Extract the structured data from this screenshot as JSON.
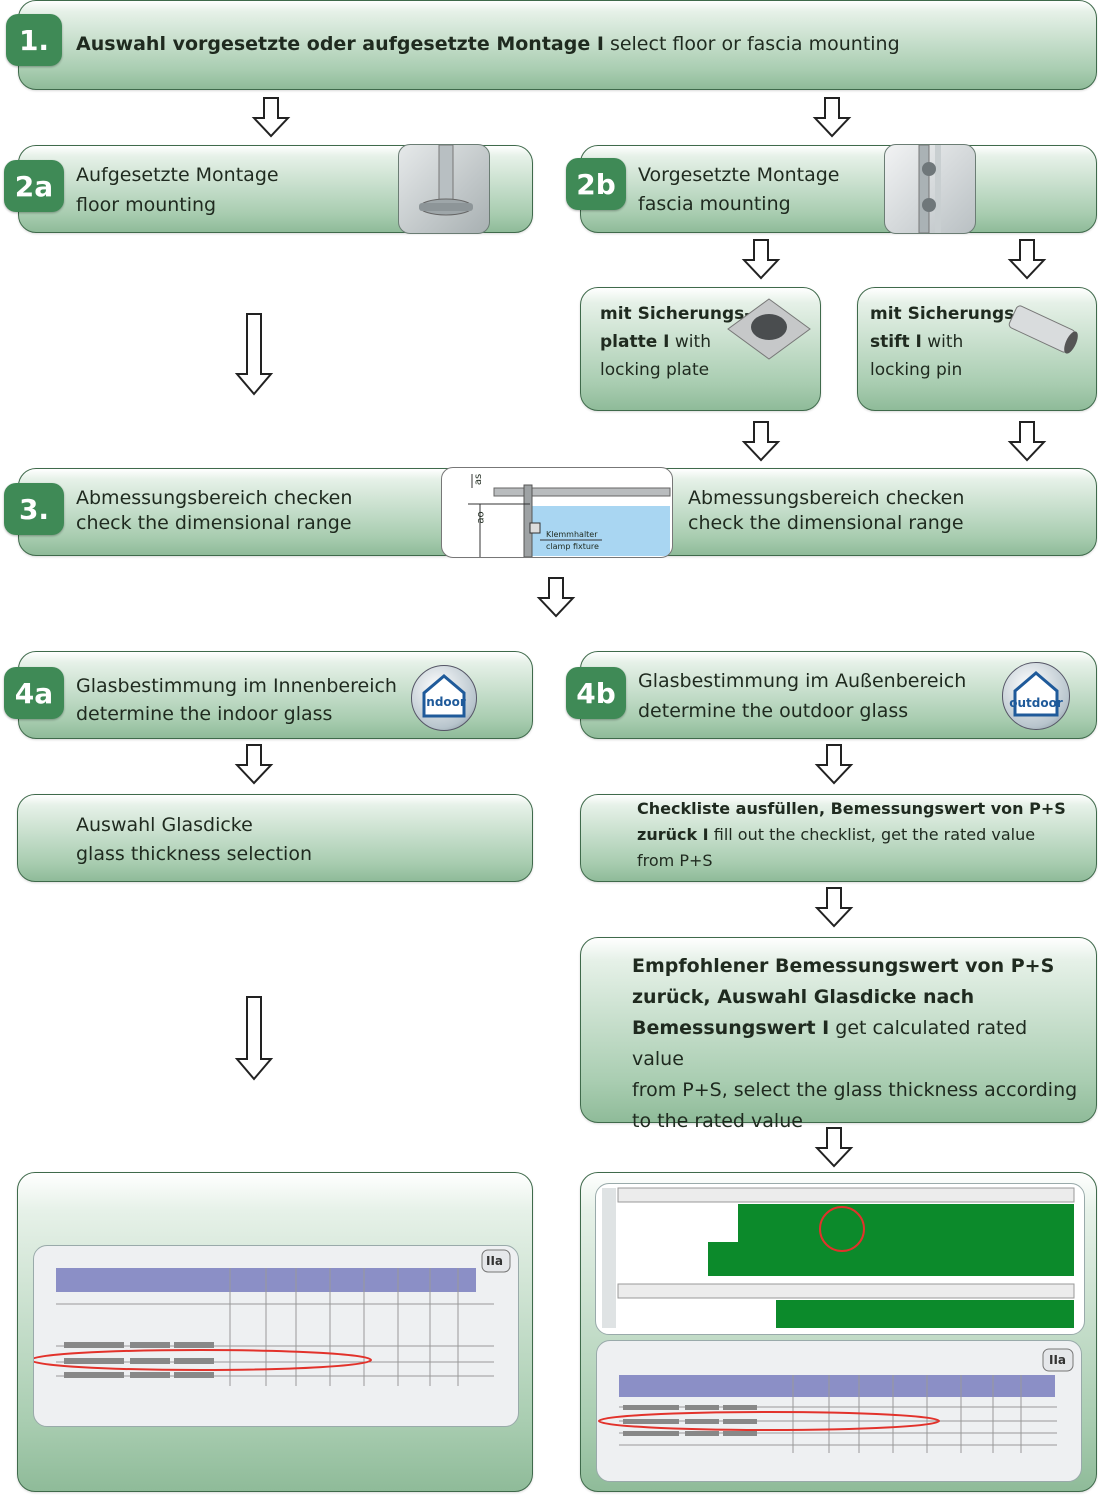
{
  "step1": {
    "badge": "1.",
    "text_de": "Auswahl vorgesetzte oder aufgesetzte Montage I",
    "text_en": "select floor or fascia mounting"
  },
  "step2a": {
    "badge": "2a",
    "line1": "Aufgesetzte Montage",
    "line2": "floor mounting"
  },
  "step2b": {
    "badge": "2b",
    "line1": "Vorgesetzte Montage",
    "line2": "fascia mounting"
  },
  "plate": {
    "l1": "mit Sicherungs-",
    "l2_b": "platte I",
    "l2_r": "with",
    "l3": "locking plate"
  },
  "pin": {
    "l1": "mit Sicherungs-",
    "l2_b": "stift I",
    "l2_r": "with",
    "l3": "locking pin"
  },
  "step3": {
    "badge": "3.",
    "left1": "Abmessungsbereich checken",
    "left2": "check the dimensional range",
    "right1": "Abmessungsbereich checken",
    "right2": "check the dimensional range",
    "diagram": {
      "as": "as",
      "ao": "ao",
      "clamp1": "Klemmhalter",
      "clamp2": "clamp fixture"
    }
  },
  "step4a": {
    "badge": "4a",
    "line1": "Glasbestimmung im Innenbereich",
    "line2": "determine the indoor glass",
    "icon_label": "indoor"
  },
  "step4b": {
    "badge": "4b",
    "line1": "Glasbestimmung im Außenbereich",
    "line2": "determine the outdoor glass",
    "icon_label": "outdoor"
  },
  "glass_sel": {
    "line1": "Auswahl Glasdicke",
    "line2": "glass thickness selection"
  },
  "checklist": {
    "l1": "Checkliste ausfüllen, Bemessungswert von P+S",
    "l2_b": "zurück I",
    "l2_r": "fill out the checklist, get the rated value",
    "l3": "from P+S"
  },
  "rated": {
    "l1": "Empfohlener Bemessungswert von P+S",
    "l2": "zurück, Auswahl Glasdicke nach",
    "l3_b": "Bemessungswert I",
    "l3_r": "get calculated rated value",
    "l4": "from P+S, select the glass thickness according",
    "l5": "to the rated value"
  },
  "table_tag": "IIa"
}
